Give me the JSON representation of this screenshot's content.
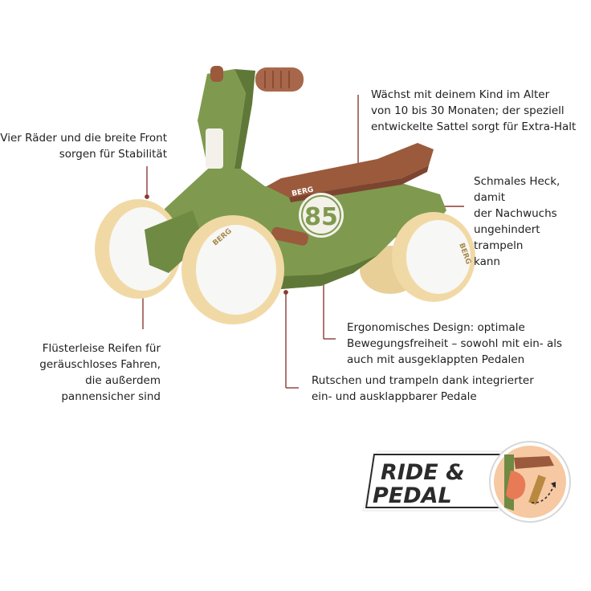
{
  "callouts": {
    "stability": "Vier Räder und die breite Front\nsorgen für Stabilität",
    "age": "Wächst mit deinem Kind im Alter\nvon 10 bis 30 Monaten; der speziell\nentwickelte Sattel sorgt für Extra-Halt",
    "rear": "Schmales Heck, damit\nder Nachwuchs\nungehindert trampeln\nkann",
    "tires": "Flüsterleise Reifen für\ngeräuschloses Fahren,\ndie außerdem\npannensicher sind",
    "design": "Ergonomisches Design: optimale\nBewegungsfreiheit – sowohl mit ein- als\nauch mit ausgeklappten Pedalen",
    "pedals": "Rutschen und trampeln dank integrierter\nein- und ausklappbarer Pedale"
  },
  "product": {
    "brand_front": "BERG",
    "brand_wheel_front": "BERG",
    "brand_wheel_rear": "BERG",
    "number": "85"
  },
  "badge": {
    "line1": "RIDE &",
    "line2": "PEDAL"
  },
  "colors": {
    "body_green": "#7f9a4f",
    "body_green_dark": "#5f7838",
    "saddle_brown": "#9b5a3c",
    "wheel_cream": "#f1d9a6",
    "leader_line": "#8a3b34",
    "badge_peach": "#f6c9a3"
  }
}
